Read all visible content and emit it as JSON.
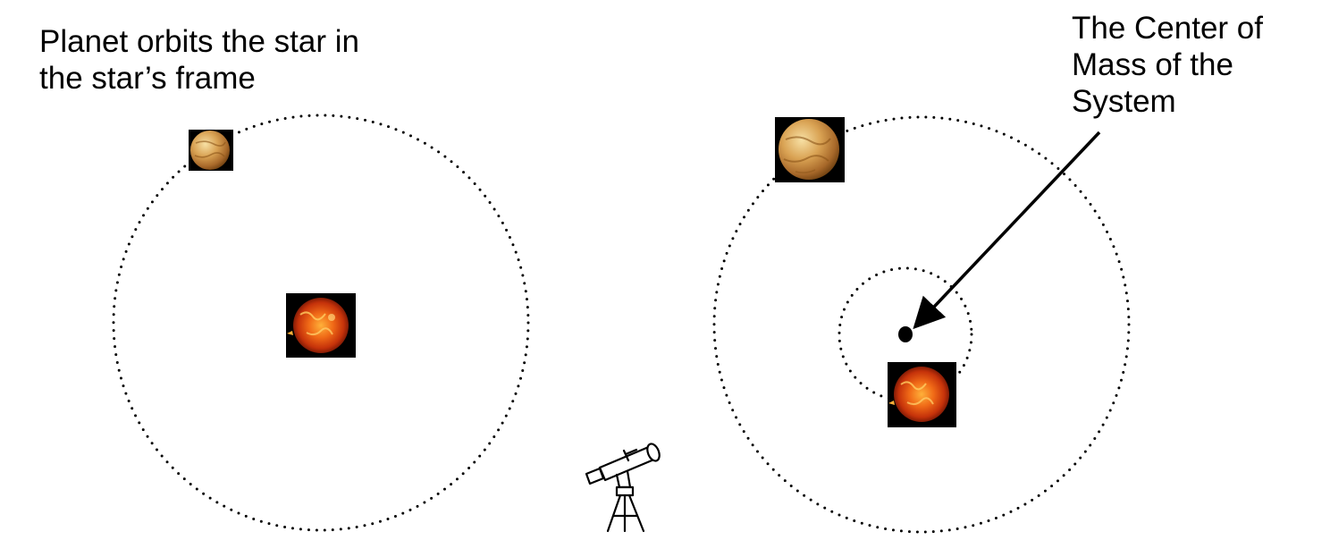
{
  "left_panel": {
    "caption_lines": [
      "Planet orbits the star in",
      "the star’s frame"
    ]
  },
  "right_panel": {
    "caption_lines": [
      "The Center of",
      "Mass of the",
      "System"
    ]
  },
  "icons": {
    "planet": "venus-planet-icon",
    "star": "sun-star-icon",
    "observer": "telescope-icon",
    "barycenter": "center-of-mass-dot"
  },
  "colors": {
    "ink": "#000000",
    "planet_light": "#f3d28a",
    "planet_dark": "#8a5418",
    "star_hot": "#ffb13a",
    "star_mid": "#e0420c",
    "star_edge": "#5e0f03",
    "tile_background": "#000000"
  }
}
